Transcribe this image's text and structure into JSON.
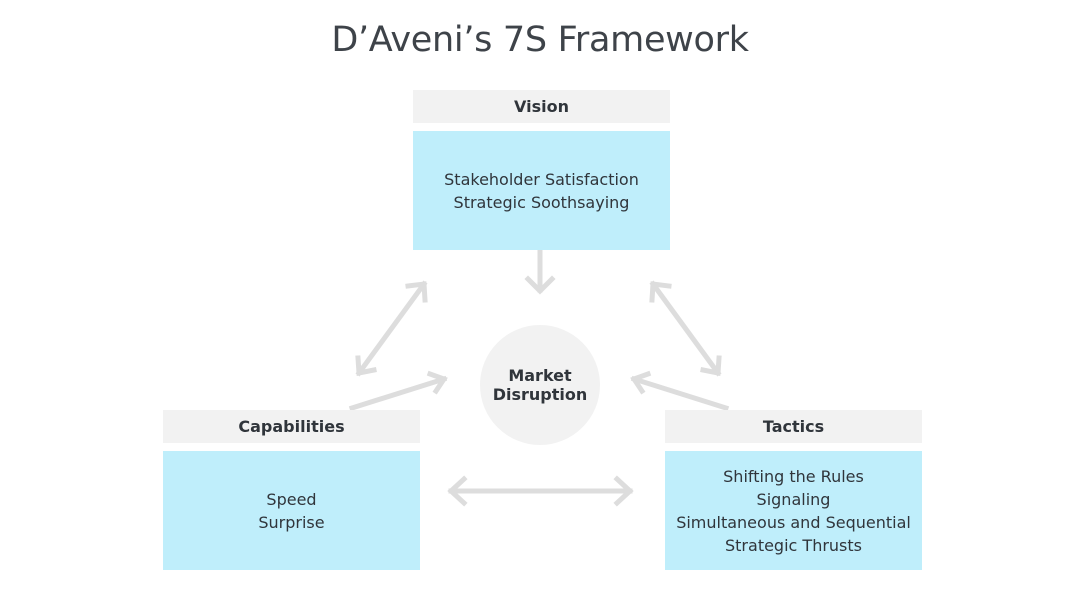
{
  "title": "D’Aveni’s 7S Framework",
  "vision": {
    "header": "Vision",
    "items": [
      "Stakeholder Satisfaction",
      "Strategic Soothsaying"
    ]
  },
  "capabilities": {
    "header": "Capabilities",
    "items": [
      "Speed",
      "Surprise"
    ]
  },
  "tactics": {
    "header": "Tactics",
    "items": [
      "Shifting the Rules",
      "Signaling",
      "Simultaneous and Sequential",
      "Strategic Thrusts"
    ]
  },
  "center": {
    "line1": "Market",
    "line2": "Disruption"
  },
  "colors": {
    "header_bg": "#f2f2f2",
    "content_bg": "#bfeefb",
    "arrow": "#dddddd",
    "text": "#30353b"
  }
}
